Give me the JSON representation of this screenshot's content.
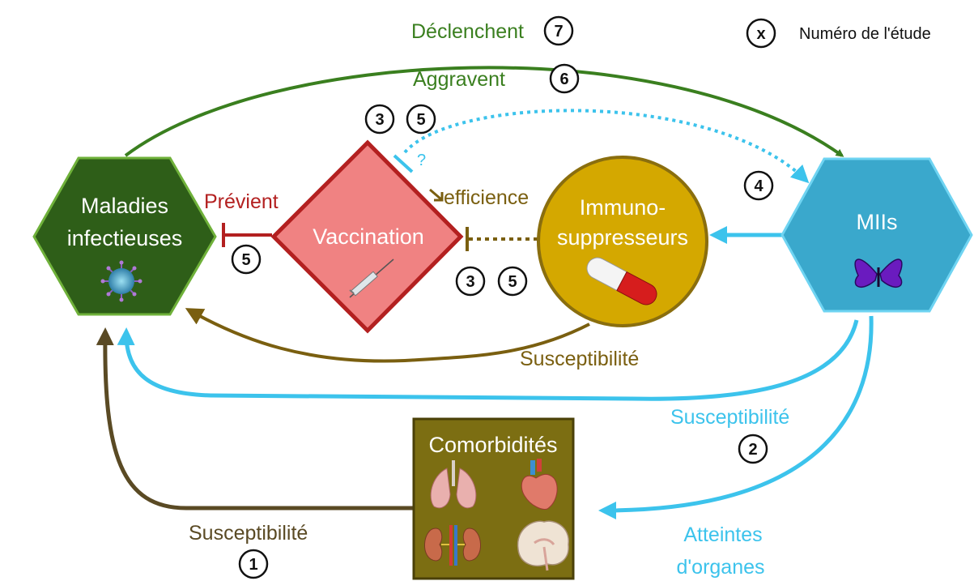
{
  "colors": {
    "green": "#3a7f1f",
    "cyan": "#3cc3ec",
    "olive": "#7a5f10",
    "dark_olive": "#5a4a24",
    "red": "#b32020",
    "infectious_fill": "#2e5e18",
    "vaccination_fill": "#f08282",
    "immuno_fill": "#d4a800",
    "miis_fill": "#3aa8cc",
    "comorb_fill": "#7c6e12"
  },
  "legend": {
    "symbol": "x",
    "label": "Numéro de l'étude"
  },
  "nodes": {
    "infectious": {
      "line1": "Maladies",
      "line2": "infectieuses",
      "icon": "virus-icon"
    },
    "vaccination": {
      "label": "Vaccination",
      "icon": "syringe-icon"
    },
    "immuno": {
      "line1": "Immuno-",
      "line2": "suppresseurs",
      "icon": "pill-icon"
    },
    "miis": {
      "label": "MIIs",
      "icon": "butterfly-icon"
    },
    "comorbidities": {
      "label": "Comorbidités",
      "icons": [
        "lungs-icon",
        "heart-icon",
        "kidneys-icon",
        "brain-icon"
      ]
    }
  },
  "edges": {
    "declenchent": {
      "label": "Déclenchent",
      "study": "7"
    },
    "aggravent": {
      "label": "Aggravent",
      "study": "6"
    },
    "previent": {
      "label": "Prévient",
      "study": "5"
    },
    "efficience": {
      "label": "efficience",
      "question": "?"
    },
    "vacc_miis_studies": [
      "3",
      "5"
    ],
    "immuno_vacc_studies": [
      "3",
      "5"
    ],
    "vacc_miis_study": "4",
    "immuno_susceptibility": {
      "label": "Susceptibilité"
    },
    "miis_susceptibility": {
      "label": "Susceptibilité",
      "study": "2"
    },
    "comorb_susceptibility": {
      "label": "Susceptibilité",
      "study": "1"
    },
    "organ_damage": {
      "line1": "Atteintes",
      "line2": "d'organes"
    }
  }
}
